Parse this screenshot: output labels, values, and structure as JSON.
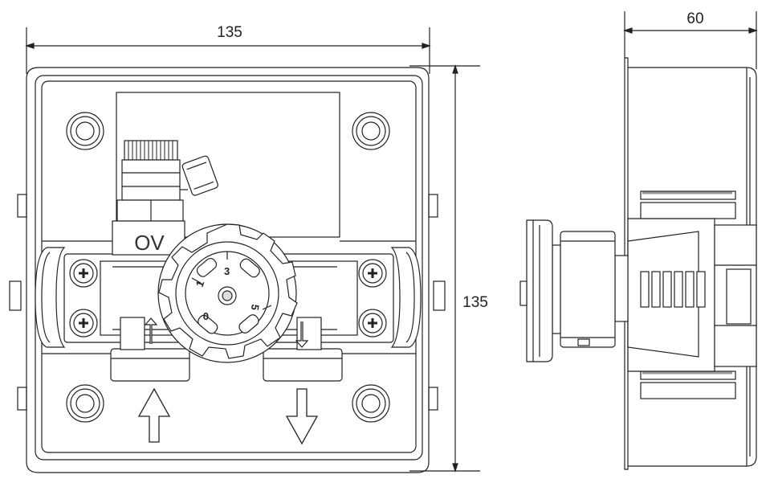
{
  "dimensions": {
    "front_width": "135",
    "front_height": "135",
    "side_depth": "60"
  },
  "valve": {
    "brand_label": "OV",
    "port_labels": [
      "1",
      "3",
      "5",
      "0"
    ]
  },
  "colors": {
    "line": "#222222",
    "fill": "#ffffff",
    "shade": "#bdbdbd"
  }
}
